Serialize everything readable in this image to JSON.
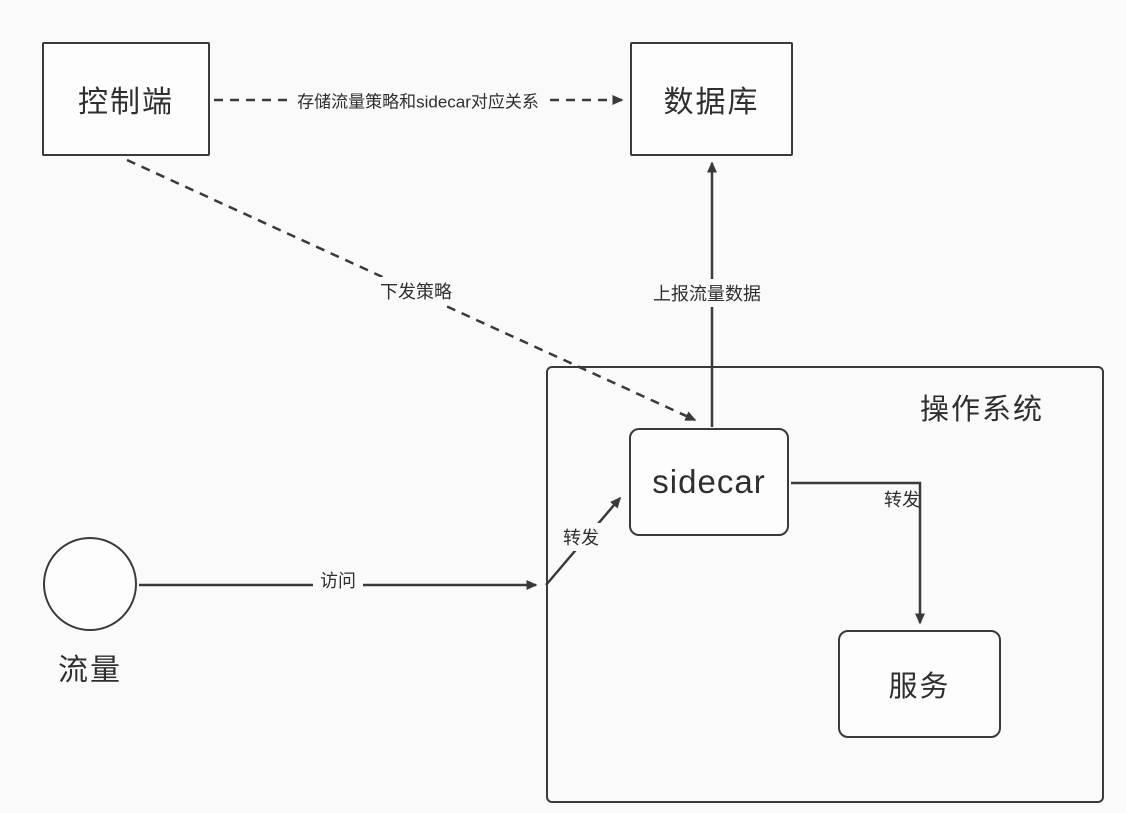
{
  "diagram": {
    "nodes": {
      "control": {
        "label": "控制端"
      },
      "database": {
        "label": "数据库"
      },
      "os": {
        "label": "操作系统"
      },
      "sidecar": {
        "label": "sidecar"
      },
      "service": {
        "label": "服务"
      },
      "traffic": {
        "label": "流量"
      }
    },
    "edges": {
      "store": {
        "label": "存储流量策略和sidecar对应关系",
        "style": "dashed",
        "from": "control",
        "to": "database"
      },
      "issue": {
        "label": "下发策略",
        "style": "dashed",
        "from": "control",
        "to": "sidecar"
      },
      "report": {
        "label": "上报流量数据",
        "style": "solid",
        "from": "sidecar",
        "to": "database"
      },
      "access": {
        "label": "访问",
        "style": "solid",
        "from": "traffic",
        "to": "os"
      },
      "forward_in": {
        "label": "转发",
        "style": "solid",
        "from": "os",
        "to": "sidecar"
      },
      "forward_out": {
        "label": "转发",
        "style": "solid",
        "from": "sidecar",
        "to": "service"
      }
    },
    "colors": {
      "background": "#fafafa",
      "line": "#3a3a3a",
      "text": "#2f2f2f",
      "node_fill": "#fdfdfd"
    }
  }
}
